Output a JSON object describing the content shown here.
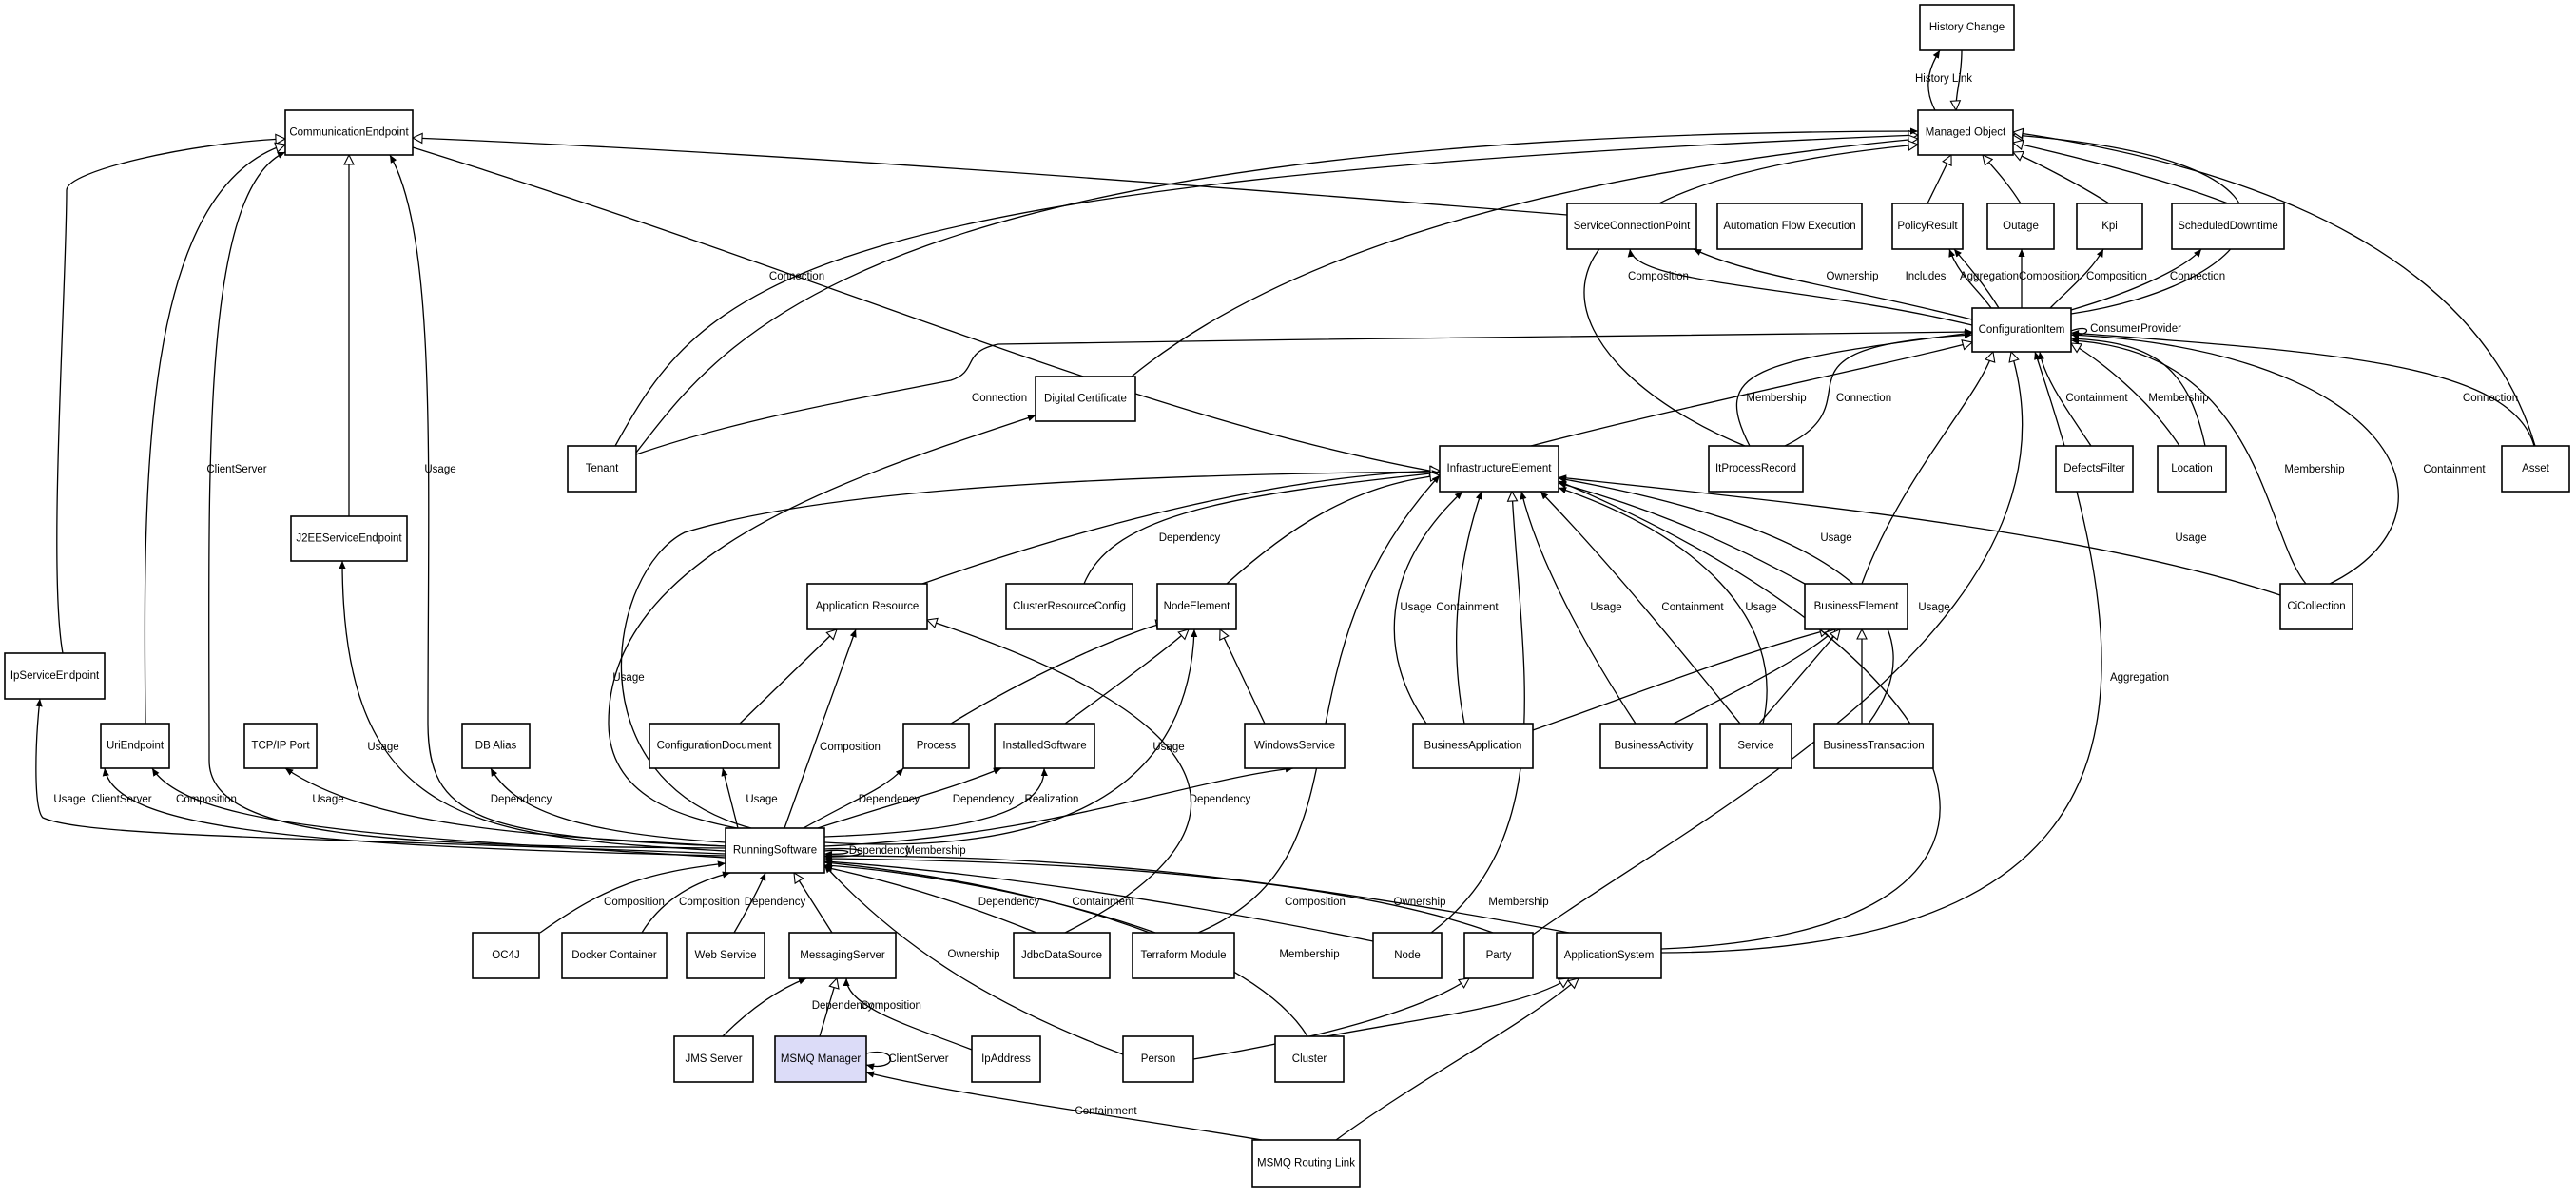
{
  "diagram": {
    "highlight_color": "#dcdcf8",
    "nodes": [
      {
        "id": "history_change",
        "label": "History Change"
      },
      {
        "id": "managed_object",
        "label": "Managed Object"
      },
      {
        "id": "communication_endpoint",
        "label": "CommunicationEndpoint"
      },
      {
        "id": "service_connection_point",
        "label": "ServiceConnectionPoint"
      },
      {
        "id": "automation_flow_execution",
        "label": "Automation Flow Execution"
      },
      {
        "id": "policy_result",
        "label": "PolicyResult"
      },
      {
        "id": "outage",
        "label": "Outage"
      },
      {
        "id": "kpi",
        "label": "Kpi"
      },
      {
        "id": "scheduled_downtime",
        "label": "ScheduledDowntime"
      },
      {
        "id": "configuration_item",
        "label": "ConfigurationItem"
      },
      {
        "id": "digital_certificate",
        "label": "Digital Certificate"
      },
      {
        "id": "tenant",
        "label": "Tenant"
      },
      {
        "id": "infrastructure_element",
        "label": "InfrastructureElement"
      },
      {
        "id": "it_process_record",
        "label": "ItProcessRecord"
      },
      {
        "id": "defects_filter",
        "label": "DefectsFilter"
      },
      {
        "id": "location",
        "label": "Location"
      },
      {
        "id": "asset",
        "label": "Asset"
      },
      {
        "id": "j2ee_service_endpoint",
        "label": "J2EEServiceEndpoint"
      },
      {
        "id": "application_resource",
        "label": "Application Resource"
      },
      {
        "id": "cluster_resource_config",
        "label": "ClusterResourceConfig"
      },
      {
        "id": "node_element",
        "label": "NodeElement"
      },
      {
        "id": "business_element",
        "label": "BusinessElement"
      },
      {
        "id": "ci_collection",
        "label": "CiCollection"
      },
      {
        "id": "ip_service_endpoint",
        "label": "IpServiceEndpoint"
      },
      {
        "id": "uri_endpoint",
        "label": "UriEndpoint"
      },
      {
        "id": "tcp_ip_port",
        "label": "TCP/IP Port"
      },
      {
        "id": "db_alias",
        "label": "DB Alias"
      },
      {
        "id": "configuration_document",
        "label": "ConfigurationDocument"
      },
      {
        "id": "process",
        "label": "Process"
      },
      {
        "id": "installed_software",
        "label": "InstalledSoftware"
      },
      {
        "id": "windows_service",
        "label": "WindowsService"
      },
      {
        "id": "business_application",
        "label": "BusinessApplication"
      },
      {
        "id": "business_activity",
        "label": "BusinessActivity"
      },
      {
        "id": "service",
        "label": "Service"
      },
      {
        "id": "business_transaction",
        "label": "BusinessTransaction"
      },
      {
        "id": "running_software",
        "label": "RunningSoftware"
      },
      {
        "id": "oc4j",
        "label": "OC4J"
      },
      {
        "id": "docker_container",
        "label": "Docker Container"
      },
      {
        "id": "web_service",
        "label": "Web Service"
      },
      {
        "id": "messaging_server",
        "label": "MessagingServer"
      },
      {
        "id": "jdbc_data_source",
        "label": "JdbcDataSource"
      },
      {
        "id": "terraform_module",
        "label": "Terraform Module"
      },
      {
        "id": "node",
        "label": "Node"
      },
      {
        "id": "party",
        "label": "Party"
      },
      {
        "id": "application_system",
        "label": "ApplicationSystem"
      },
      {
        "id": "jms_server",
        "label": "JMS Server"
      },
      {
        "id": "msmq_manager",
        "label": "MSMQ Manager",
        "highlighted": true
      },
      {
        "id": "ip_address",
        "label": "IpAddress"
      },
      {
        "id": "person",
        "label": "Person"
      },
      {
        "id": "cluster",
        "label": "Cluster"
      },
      {
        "id": "msmq_routing_link",
        "label": "MSMQ Routing Link"
      }
    ],
    "edges": [
      {
        "from": "history_change",
        "to": "managed_object",
        "kind": "inheritance"
      },
      {
        "from": "managed_object",
        "to": "history_change",
        "kind": "association",
        "label": "History Link"
      },
      {
        "from": "service_connection_point",
        "to": "communication_endpoint",
        "kind": "inheritance"
      },
      {
        "from": "policy_result",
        "to": "managed_object",
        "kind": "inheritance"
      },
      {
        "from": "outage",
        "to": "managed_object",
        "kind": "inheritance"
      },
      {
        "from": "kpi",
        "to": "managed_object",
        "kind": "inheritance"
      },
      {
        "from": "scheduled_downtime",
        "to": "managed_object",
        "kind": "inheritance"
      },
      {
        "from": "configuration_item",
        "to": "managed_object",
        "kind": "inheritance"
      },
      {
        "from": "tenant",
        "to": "managed_object",
        "kind": "inheritance"
      },
      {
        "from": "digital_certificate",
        "to": "managed_object",
        "kind": "inheritance"
      },
      {
        "from": "it_process_record",
        "to": "managed_object",
        "kind": "inheritance"
      },
      {
        "from": "asset",
        "to": "managed_object",
        "kind": "inheritance"
      },
      {
        "from": "configuration_item",
        "to": "service_connection_point",
        "kind": "association",
        "label": "Composition"
      },
      {
        "from": "configuration_item",
        "to": "automation_flow_execution",
        "kind": "association",
        "label": "Ownership"
      },
      {
        "from": "configuration_item",
        "to": "policy_result",
        "kind": "association",
        "label": "Includes"
      },
      {
        "from": "configuration_item",
        "to": "policy_result",
        "kind": "association",
        "label": "Aggregation"
      },
      {
        "from": "configuration_item",
        "to": "outage",
        "kind": "association",
        "label": "Composition"
      },
      {
        "from": "configuration_item",
        "to": "kpi",
        "kind": "association",
        "label": "Composition"
      },
      {
        "from": "configuration_item",
        "to": "scheduled_downtime",
        "kind": "association",
        "label": "Connection"
      },
      {
        "from": "configuration_item",
        "to": "configuration_item",
        "kind": "association",
        "label": "ConsumerProvider"
      },
      {
        "from": "tenant",
        "to": "managed_object",
        "kind": "association",
        "label": "Connection"
      },
      {
        "from": "tenant",
        "to": "configuration_item",
        "kind": "association",
        "label": "Connection"
      },
      {
        "from": "it_process_record",
        "to": "configuration_item",
        "kind": "association",
        "label": "Membership"
      },
      {
        "from": "it_process_record",
        "to": "configuration_item",
        "kind": "association",
        "label": "Connection"
      },
      {
        "from": "defects_filter",
        "to": "configuration_item",
        "kind": "association",
        "label": "Containment"
      },
      {
        "from": "location",
        "to": "configuration_item",
        "kind": "inheritance"
      },
      {
        "from": "location",
        "to": "configuration_item",
        "kind": "association",
        "label": "Membership"
      },
      {
        "from": "asset",
        "to": "configuration_item",
        "kind": "association",
        "label": "Connection"
      },
      {
        "from": "ci_collection",
        "to": "configuration_item",
        "kind": "association",
        "label": "Membership"
      },
      {
        "from": "ci_collection",
        "to": "configuration_item",
        "kind": "association",
        "label": "Containment"
      },
      {
        "from": "ci_collection",
        "to": "infrastructure_element",
        "kind": "association",
        "label": "Usage"
      },
      {
        "from": "infrastructure_element",
        "to": "configuration_item",
        "kind": "inheritance"
      },
      {
        "from": "business_element",
        "to": "configuration_item",
        "kind": "inheritance"
      },
      {
        "from": "j2ee_service_endpoint",
        "to": "communication_endpoint",
        "kind": "inheritance"
      },
      {
        "from": "ip_service_endpoint",
        "to": "communication_endpoint",
        "kind": "inheritance"
      },
      {
        "from": "uri_endpoint",
        "to": "communication_endpoint",
        "kind": "inheritance"
      },
      {
        "from": "communication_endpoint",
        "to": "infrastructure_element",
        "kind": "inheritance"
      },
      {
        "from": "running_software",
        "to": "communication_endpoint",
        "kind": "association",
        "label": "ClientServer"
      },
      {
        "from": "running_software",
        "to": "communication_endpoint",
        "kind": "association",
        "label": "Usage"
      },
      {
        "from": "running_software",
        "to": "j2ee_service_endpoint",
        "kind": "association",
        "label": "Usage"
      },
      {
        "from": "running_software",
        "to": "ip_service_endpoint",
        "kind": "association",
        "label": "Usage"
      },
      {
        "from": "running_software",
        "to": "uri_endpoint",
        "kind": "association",
        "label": "ClientServer"
      },
      {
        "from": "running_software",
        "to": "uri_endpoint",
        "kind": "association",
        "label": "Composition"
      },
      {
        "from": "running_software",
        "to": "tcp_ip_port",
        "kind": "association",
        "label": "Usage"
      },
      {
        "from": "running_software",
        "to": "db_alias",
        "kind": "association",
        "label": "Dependency"
      },
      {
        "from": "running_software",
        "to": "digital_certificate",
        "kind": "association",
        "label": "Usage"
      },
      {
        "from": "running_software",
        "to": "infrastructure_element",
        "kind": "inheritance"
      },
      {
        "from": "application_resource",
        "to": "infrastructure_element",
        "kind": "inheritance"
      },
      {
        "from": "cluster_resource_config",
        "to": "infrastructure_element",
        "kind": "association",
        "label": "Dependency"
      },
      {
        "from": "node_element",
        "to": "infrastructure_element",
        "kind": "inheritance"
      },
      {
        "from": "business_application",
        "to": "infrastructure_element",
        "kind": "association",
        "label": "Usage"
      },
      {
        "from": "business_application",
        "to": "infrastructure_element",
        "kind": "association",
        "label": "Containment"
      },
      {
        "from": "business_activity",
        "to": "infrastructure_element",
        "kind": "association",
        "label": "Usage"
      },
      {
        "from": "service",
        "to": "infrastructure_element",
        "kind": "association",
        "label": "Containment"
      },
      {
        "from": "service",
        "to": "infrastructure_element",
        "kind": "association",
        "label": "Usage"
      },
      {
        "from": "business_element",
        "to": "infrastructure_element",
        "kind": "association",
        "label": "Usage"
      },
      {
        "from": "business_transaction",
        "to": "infrastructure_element",
        "kind": "association",
        "label": "Usage"
      },
      {
        "from": "business_application",
        "to": "business_element",
        "kind": "inheritance"
      },
      {
        "from": "business_activity",
        "to": "business_element",
        "kind": "inheritance"
      },
      {
        "from": "service",
        "to": "business_element",
        "kind": "inheritance"
      },
      {
        "from": "business_transaction",
        "to": "business_element",
        "kind": "inheritance"
      },
      {
        "from": "configuration_document",
        "to": "application_resource",
        "kind": "inheritance"
      },
      {
        "from": "jdbc_data_source",
        "to": "application_resource",
        "kind": "inheritance"
      },
      {
        "from": "running_software",
        "to": "application_resource",
        "kind": "association",
        "label": "Composition"
      },
      {
        "from": "running_software",
        "to": "configuration_document",
        "kind": "association",
        "label": "Usage"
      },
      {
        "from": "running_software",
        "to": "process",
        "kind": "association",
        "label": "Dependency"
      },
      {
        "from": "running_software",
        "to": "installed_software",
        "kind": "association",
        "label": "Dependency"
      },
      {
        "from": "running_software",
        "to": "installed_software",
        "kind": "association",
        "label": "Realization"
      },
      {
        "from": "running_software",
        "to": "node_element",
        "kind": "association",
        "label": "Usage"
      },
      {
        "from": "running_software",
        "to": "windows_service",
        "kind": "association",
        "label": "Dependency"
      },
      {
        "from": "process",
        "to": "node_element",
        "kind": "inheritance"
      },
      {
        "from": "installed_software",
        "to": "node_element",
        "kind": "inheritance"
      },
      {
        "from": "windows_service",
        "to": "node_element",
        "kind": "inheritance"
      },
      {
        "from": "running_software",
        "to": "running_software",
        "kind": "association",
        "label": "Dependency"
      },
      {
        "from": "running_software",
        "to": "running_software",
        "kind": "association",
        "label": "Membership"
      },
      {
        "from": "oc4j",
        "to": "running_software",
        "kind": "association",
        "label": "Composition"
      },
      {
        "from": "docker_container",
        "to": "running_software",
        "kind": "association",
        "label": "Composition"
      },
      {
        "from": "web_service",
        "to": "running_software",
        "kind": "association",
        "label": "Dependency"
      },
      {
        "from": "messaging_server",
        "to": "running_software",
        "kind": "inheritance"
      },
      {
        "from": "jdbc_data_source",
        "to": "running_software",
        "kind": "association",
        "label": "Dependency"
      },
      {
        "from": "terraform_module",
        "to": "running_software",
        "kind": "association",
        "label": "Containment"
      },
      {
        "from": "terraform_module",
        "to": "infrastructure_element",
        "kind": "association"
      },
      {
        "from": "node",
        "to": "running_software",
        "kind": "association",
        "label": "Composition"
      },
      {
        "from": "node",
        "to": "infrastructure_element",
        "kind": "inheritance"
      },
      {
        "from": "party",
        "to": "running_software",
        "kind": "association",
        "label": "Ownership"
      },
      {
        "from": "party",
        "to": "configuration_item",
        "kind": "inheritance"
      },
      {
        "from": "application_system",
        "to": "running_software",
        "kind": "association",
        "label": "Membership"
      },
      {
        "from": "application_system",
        "to": "infrastructure_element",
        "kind": "association"
      },
      {
        "from": "application_system",
        "to": "configuration_item",
        "kind": "association",
        "label": "Aggregation"
      },
      {
        "from": "person",
        "to": "running_software",
        "kind": "association",
        "label": "Ownership"
      },
      {
        "from": "person",
        "to": "party",
        "kind": "inheritance"
      },
      {
        "from": "cluster",
        "to": "running_software",
        "kind": "association",
        "label": "Membership"
      },
      {
        "from": "cluster",
        "to": "application_system",
        "kind": "inheritance"
      },
      {
        "from": "jms_server",
        "to": "messaging_server",
        "kind": "association",
        "label": "Dependency"
      },
      {
        "from": "msmq_manager",
        "to": "messaging_server",
        "kind": "inheritance"
      },
      {
        "from": "ip_address",
        "to": "messaging_server",
        "kind": "association",
        "label": "Composition"
      },
      {
        "from": "msmq_manager",
        "to": "msmq_manager",
        "kind": "association",
        "label": "ClientServer"
      },
      {
        "from": "msmq_routing_link",
        "to": "msmq_manager",
        "kind": "association",
        "label": "Containment"
      },
      {
        "from": "msmq_routing_link",
        "to": "application_system",
        "kind": "inheritance"
      }
    ]
  }
}
